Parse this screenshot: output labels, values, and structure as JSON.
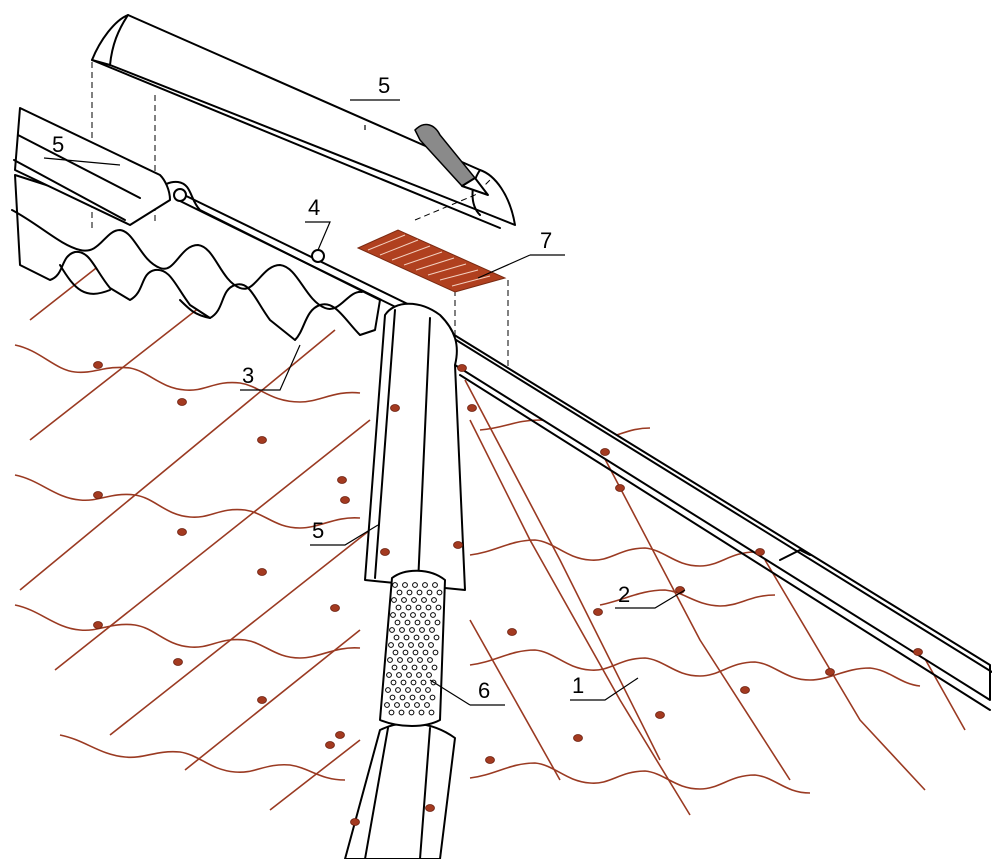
{
  "callouts": [
    {
      "id": "c5a",
      "label": "5"
    },
    {
      "id": "c5b",
      "label": "5"
    },
    {
      "id": "c4",
      "label": "4"
    },
    {
      "id": "c7",
      "label": "7"
    },
    {
      "id": "c3",
      "label": "3"
    },
    {
      "id": "c5c",
      "label": "5"
    },
    {
      "id": "c2",
      "label": "2"
    },
    {
      "id": "c6",
      "label": "6"
    },
    {
      "id": "c1",
      "label": "1"
    }
  ],
  "colors": {
    "tile_stroke": "#9a3a22",
    "screw_fill": "#a33a20",
    "vent_mesh": "#b0401f",
    "tool_grey": "#8a8a8a"
  },
  "icons": [
    "knife-icon",
    "screw-icon",
    "perforated-seal-icon",
    "vent-mesh-icon"
  ]
}
